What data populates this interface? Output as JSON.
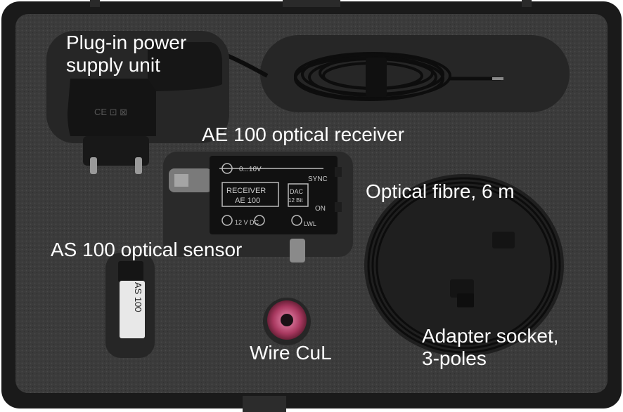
{
  "labels": {
    "power_supply_line1": "Plug-in power",
    "power_supply_line2": "supply unit",
    "receiver": "AE 100 optical receiver",
    "fibre": "Optical fibre, 6 m",
    "sensor": "AS 100 optical sensor",
    "wire": "Wire CuL",
    "adapter_line1": "Adapter socket,",
    "adapter_line2": "3-poles"
  },
  "device_labels": {
    "receiver_name_1": "RECEIVER",
    "receiver_name_2": "AE 100",
    "range": "0...10V",
    "sync": "SYNC",
    "on": "ON",
    "dac_1": "DAC",
    "dac_2": "12 Bit",
    "power": "12 V DC",
    "lwl": "LWL",
    "sensor_name": "AS 100"
  },
  "colors": {
    "case_frame": "#1a1a1a",
    "foam": "#3b3b3b",
    "foam_cutout": "#262626",
    "label_text": "#ffffff",
    "wire_spool": "#b5426a"
  }
}
